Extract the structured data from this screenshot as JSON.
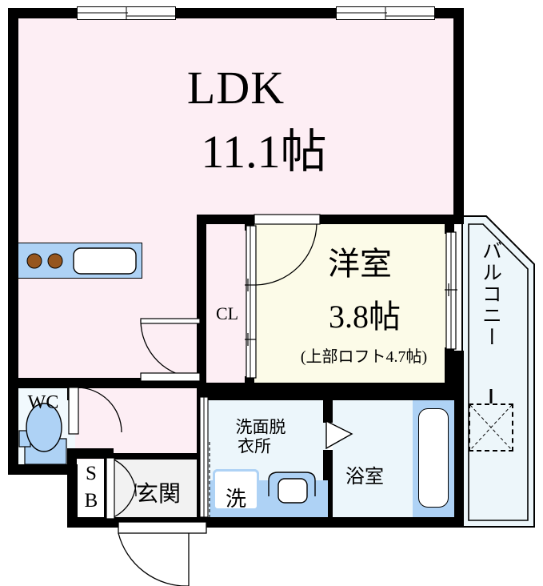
{
  "plan": {
    "type": "japanese-apartment-floor-plan",
    "unit_label": "帖",
    "colors": {
      "ldk_fill": "#fdeef4",
      "bedroom_fill": "#fcfbe8",
      "wet_area_fill": "#ecf6fb",
      "balcony_fill": "#edf6fa",
      "fixture_blue": "#aed2f5",
      "burner_brown": "#96561f",
      "wall_black": "#000000",
      "genkan_fill": "#f2f2f2"
    },
    "rooms": [
      {
        "key": "ldk",
        "name": "LDK",
        "size": "11.1帖",
        "note": ""
      },
      {
        "key": "bedroom",
        "name": "洋室",
        "size": "3.8帖",
        "note": "(上部ロフト4.7帖)"
      },
      {
        "key": "closet",
        "name": "CL",
        "size": "",
        "note": ""
      },
      {
        "key": "toilet",
        "name": "WC",
        "size": "",
        "note": ""
      },
      {
        "key": "shoebox",
        "name": "SB",
        "size": "",
        "note": ""
      },
      {
        "key": "entrance",
        "name": "玄関",
        "size": "",
        "note": ""
      },
      {
        "key": "washroom",
        "name_line1": "洗面脱",
        "name_line2": "衣所",
        "size": "",
        "note": ""
      },
      {
        "key": "washer",
        "name": "洗",
        "size": "",
        "note": ""
      },
      {
        "key": "bath",
        "name": "浴室",
        "size": "",
        "note": ""
      },
      {
        "key": "balcony",
        "name": "バルコニー",
        "size": "",
        "note": ""
      }
    ],
    "labels": {
      "ldk_name": "LDK",
      "ldk_size": "11.1帖",
      "bedroom_name": "洋室",
      "bedroom_size": "3.8帖",
      "bedroom_loft": "(上部ロフト4.7帖)",
      "closet": "CL",
      "toilet": "WC",
      "shoebox_line1": "S",
      "shoebox_line2": "B",
      "entrance": "玄関",
      "washroom_line1": "洗面脱",
      "washroom_line2": "衣所",
      "washer": "洗",
      "bath": "浴室",
      "balcony": "バルコニー"
    },
    "fixtures": [
      {
        "key": "kitchen-counter",
        "name": "kitchen-counter",
        "burners": 2,
        "sink": true
      },
      {
        "key": "toilet-bowl",
        "name": "toilet-fixture"
      },
      {
        "key": "washer-pan",
        "name": "washing-machine-pan"
      },
      {
        "key": "vanity-sink",
        "name": "vanity-sink"
      },
      {
        "key": "bathtub",
        "name": "bathtub"
      },
      {
        "key": "balcony-drain",
        "name": "balcony-ac-outdoor-unit"
      }
    ],
    "openings": [
      {
        "key": "window-top-left",
        "name": "sliding-window",
        "wall": "north"
      },
      {
        "key": "window-top-right",
        "name": "sliding-window",
        "wall": "north"
      },
      {
        "key": "door-ldk-hall",
        "name": "hinged-door"
      },
      {
        "key": "door-bedroom",
        "name": "hinged-door"
      },
      {
        "key": "closet-sliding",
        "name": "sliding-closet-door"
      },
      {
        "key": "door-balcony",
        "name": "sliding-glass-door"
      },
      {
        "key": "door-wc",
        "name": "hinged-door"
      },
      {
        "key": "door-entrance",
        "name": "entry-door"
      },
      {
        "key": "door-washroom",
        "name": "sliding-door"
      },
      {
        "key": "door-bath",
        "name": "folding-door"
      }
    ]
  }
}
